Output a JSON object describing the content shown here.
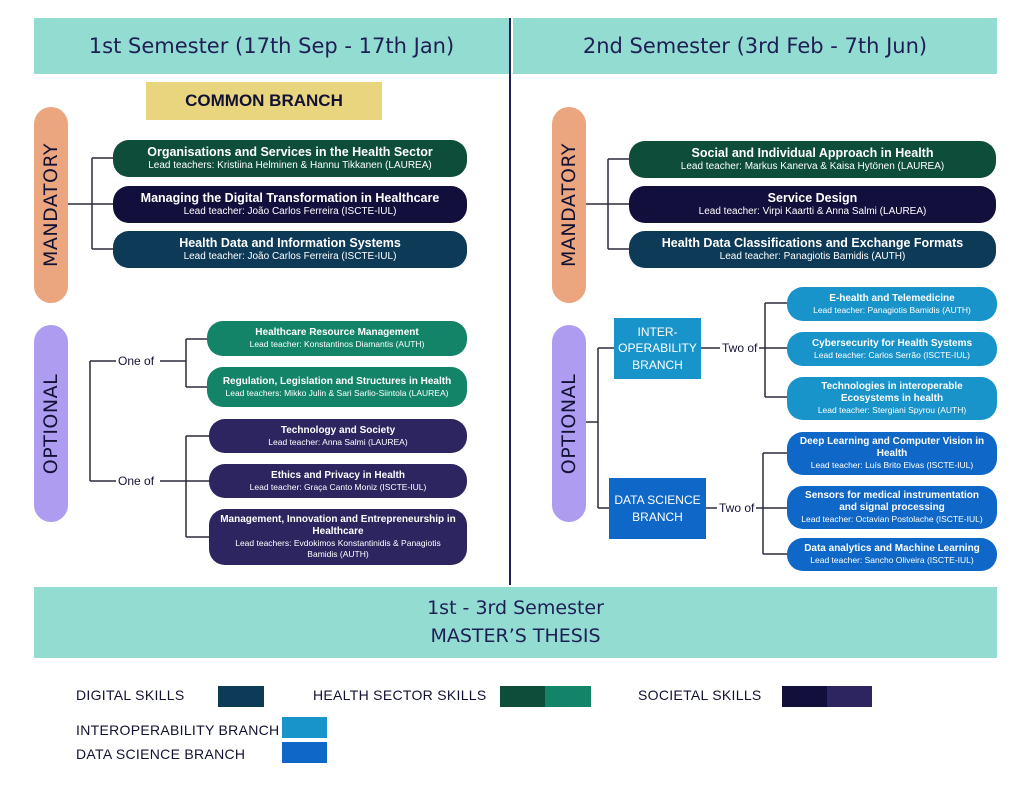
{
  "colors": {
    "header_bg": "#92dcd2",
    "common_branch_bg": "#e8d57e",
    "mandatory_pill": "#eba57f",
    "optional_pill": "#ad9cf0",
    "digital": "#0d3a57",
    "health_dark": "#0e4d3a",
    "health_light": "#138468",
    "societal_dark": "#130f3d",
    "societal_light": "#2d2560",
    "interoperability": "#1894cb",
    "data_science": "#0f68c8"
  },
  "semester1": {
    "title": "1st Semester (17th Sep - 17th Jan)"
  },
  "semester2": {
    "title": "2nd Semester (3rd Feb - 7th Jun)"
  },
  "common_branch": "COMMON BRANCH",
  "labels": {
    "mandatory": "MANDATORY",
    "optional": "OPTIONAL"
  },
  "s1_mandatory": [
    {
      "title": "Organisations and Services in the Health Sector",
      "lead": "Lead teachers: Kristiina Helminen & Hannu Tikkanen (LAUREA)"
    },
    {
      "title": "Managing the Digital Transformation in Healthcare",
      "lead": "Lead teacher: João Carlos Ferreira (ISCTE-IUL)"
    },
    {
      "title": "Health Data and Information Systems",
      "lead": "Lead teacher: João Carlos Ferreira (ISCTE-IUL)"
    }
  ],
  "s1_optional_one_of_label": "One of",
  "s1_optional_group1": [
    {
      "title": "Healthcare Resource Management",
      "lead": "Lead teacher: Konstantinos Diamantis (AUTH)"
    },
    {
      "title": "Regulation, Legislation and Structures in Health",
      "lead": "Lead teachers: Mikko Julin & Sari Sarlio-Siintola (LAUREA)"
    }
  ],
  "s1_optional_group2": [
    {
      "title": "Technology and Society",
      "lead": "Lead teacher: Anna Salmi (LAUREA)"
    },
    {
      "title": "Ethics and Privacy in Health",
      "lead": "Lead teacher: Graça Canto Moniz (ISCTE-IUL)"
    },
    {
      "title": "Management, Innovation and Entrepreneurship  in Healthcare",
      "lead": "Lead teachers: Evdokimos Konstantinidis & Panagiotis Bamidis (AUTH)"
    }
  ],
  "s2_mandatory": [
    {
      "title": "Social and Individual Approach in Health",
      "lead": "Lead teacher: Markus Kanerva & Kaisa Hytönen (LAUREA)"
    },
    {
      "title": "Service Design",
      "lead": "Lead teacher: Virpi Kaartti & Anna Salmi (LAUREA)"
    },
    {
      "title": "Health Data Classifications and Exchange Formats",
      "lead": "Lead teacher: Panagiotis Bamidis (AUTH)"
    }
  ],
  "s2_two_of_label": "Two of",
  "interop_branch": "INTER-\nOPERABILITY\nBRANCH",
  "datasci_branch": "DATA SCIENCE\nBRANCH",
  "interop_courses": [
    {
      "title": "E-health and Telemedicine",
      "lead": "Lead teacher: Panagiotis Bamidis (AUTH)"
    },
    {
      "title": "Cybersecurity for Health Systems",
      "lead": "Lead teacher: Carlos Serrão (ISCTE-IUL)"
    },
    {
      "title": "Technologies in interoperable Ecosystems in health",
      "lead": "Lead teacher: Stergiani Spyrou (AUTH)"
    }
  ],
  "datasci_courses": [
    {
      "title": "Deep Learning and Computer Vision  in Health",
      "lead": "Lead teacher: Luís Brito Elvas (ISCTE-IUL)"
    },
    {
      "title": "Sensors for medical instrumentation and signal processing",
      "lead": "Lead teacher: Octavian Postolache (ISCTE-IUL)"
    },
    {
      "title": "Data analytics and Machine Learning",
      "lead": "Lead teacher: Sancho Oliveira (ISCTE-IUL)"
    }
  ],
  "thesis": {
    "line1": "1st - 3rd Semester",
    "line2": "MASTER’S THESIS"
  },
  "legend": {
    "digital": "DIGITAL SKILLS",
    "health": "HEALTH SECTOR SKILLS",
    "societal": "SOCIETAL SKILLS",
    "interop": "INTEROPERABILITY BRANCH",
    "datasci": "DATA SCIENCE BRANCH"
  }
}
